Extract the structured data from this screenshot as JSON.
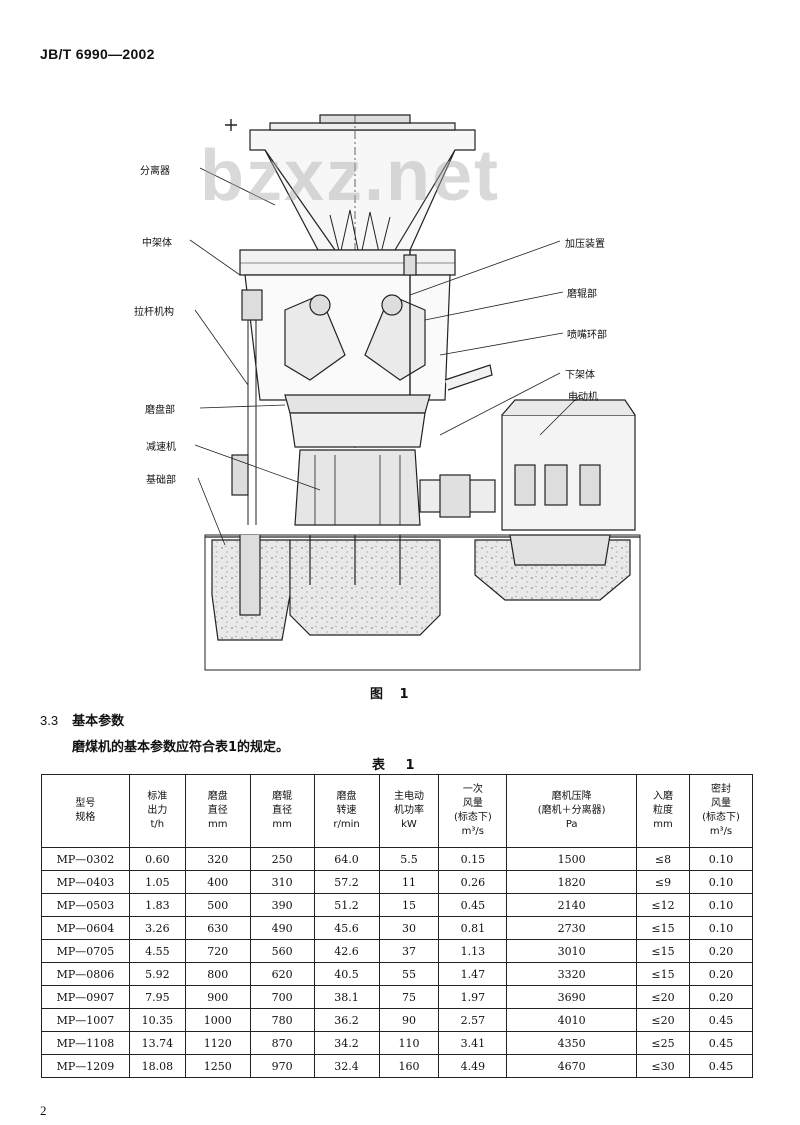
{
  "header": {
    "standard_code": "JB/T 6990—2002"
  },
  "watermark": "bzxz.net",
  "figure": {
    "labels": {
      "separator": "分离器",
      "middle_frame": "中架体",
      "pull_rod": "拉杆机构",
      "grinding_disc": "磨盘部",
      "reducer": "减速机",
      "foundation": "基础部",
      "pressure_device": "加压装置",
      "grinding_roller": "磨辊部",
      "nozzle_ring": "喷嘴环部",
      "lower_frame": "下架体",
      "motor": "电动机"
    },
    "caption": "图 1"
  },
  "section": {
    "number": "3.3",
    "title": "基本参数",
    "paragraph": "磨煤机的基本参数应符合表1的规定。"
  },
  "table": {
    "caption": "表 1",
    "headers": [
      "型号\n规格",
      "标准\n出力\nt/h",
      "磨盘\n直径\nmm",
      "磨辊\n直径\nmm",
      "磨盘\n转速\nr/min",
      "主电动\n机功率\nkW",
      "一次\n风量\n(标态下)\nm³/s",
      "磨机压降\n(磨机＋分离器)\nPa",
      "入磨\n粒度\nmm",
      "密封\n风量\n(标态下)\nm³/s"
    ],
    "rows": [
      [
        "MP—0302",
        "0.60",
        "320",
        "250",
        "64.0",
        "5.5",
        "0.15",
        "1500",
        "≤8",
        "0.10"
      ],
      [
        "MP—0403",
        "1.05",
        "400",
        "310",
        "57.2",
        "11",
        "0.26",
        "1820",
        "≤9",
        "0.10"
      ],
      [
        "MP—0503",
        "1.83",
        "500",
        "390",
        "51.2",
        "15",
        "0.45",
        "2140",
        "≤12",
        "0.10"
      ],
      [
        "MP—0604",
        "3.26",
        "630",
        "490",
        "45.6",
        "30",
        "0.81",
        "2730",
        "≤15",
        "0.10"
      ],
      [
        "MP—0705",
        "4.55",
        "720",
        "560",
        "42.6",
        "37",
        "1.13",
        "3010",
        "≤15",
        "0.20"
      ],
      [
        "MP—0806",
        "5.92",
        "800",
        "620",
        "40.5",
        "55",
        "1.47",
        "3320",
        "≤15",
        "0.20"
      ],
      [
        "MP—0907",
        "7.95",
        "900",
        "700",
        "38.1",
        "75",
        "1.97",
        "3690",
        "≤20",
        "0.20"
      ],
      [
        "MP—1007",
        "10.35",
        "1000",
        "780",
        "36.2",
        "90",
        "2.57",
        "4010",
        "≤20",
        "0.45"
      ],
      [
        "MP—1108",
        "13.74",
        "1120",
        "870",
        "34.2",
        "110",
        "3.41",
        "4350",
        "≤25",
        "0.45"
      ],
      [
        "MP—1209",
        "18.08",
        "1250",
        "970",
        "32.4",
        "160",
        "4.49",
        "4670",
        "≤30",
        "0.45"
      ]
    ]
  },
  "footer": {
    "page_number": "2"
  }
}
